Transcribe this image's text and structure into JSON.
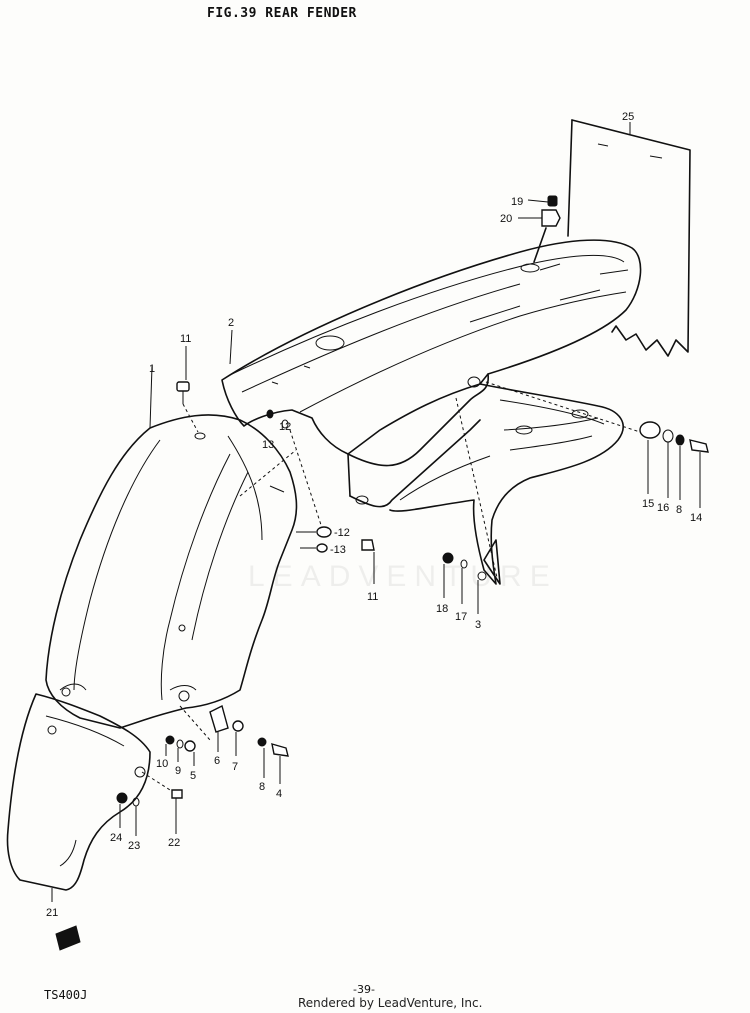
{
  "header": {
    "title": "FIG.39 REAR FENDER"
  },
  "footer": {
    "model": "TS400J",
    "page_number": "-39-",
    "credit": "Rendered by LeadVenture, Inc."
  },
  "watermark": {
    "text": "LEADVENTURE"
  },
  "callouts": [
    {
      "id": "c25",
      "label": "25"
    },
    {
      "id": "c19",
      "label": "19"
    },
    {
      "id": "c20",
      "label": "20"
    },
    {
      "id": "c2",
      "label": "2"
    },
    {
      "id": "c11a",
      "label": "11"
    },
    {
      "id": "c1",
      "label": "1"
    },
    {
      "id": "c13a",
      "label": "13"
    },
    {
      "id": "c12a",
      "label": "12"
    },
    {
      "id": "c12b",
      "label": "-12"
    },
    {
      "id": "c13b",
      "label": "-13"
    },
    {
      "id": "c11b",
      "label": "11"
    },
    {
      "id": "c15",
      "label": "15"
    },
    {
      "id": "c16",
      "label": "16"
    },
    {
      "id": "c8a",
      "label": "8"
    },
    {
      "id": "c14",
      "label": "14"
    },
    {
      "id": "c18",
      "label": "18"
    },
    {
      "id": "c17",
      "label": "17"
    },
    {
      "id": "c3",
      "label": "3"
    },
    {
      "id": "c6",
      "label": "6"
    },
    {
      "id": "c7",
      "label": "7"
    },
    {
      "id": "c10",
      "label": "10"
    },
    {
      "id": "c9",
      "label": "9"
    },
    {
      "id": "c5",
      "label": "5"
    },
    {
      "id": "c8b",
      "label": "8"
    },
    {
      "id": "c4",
      "label": "4"
    },
    {
      "id": "c24",
      "label": "24"
    },
    {
      "id": "c23",
      "label": "23"
    },
    {
      "id": "c22",
      "label": "22"
    },
    {
      "id": "c21",
      "label": "21"
    }
  ]
}
